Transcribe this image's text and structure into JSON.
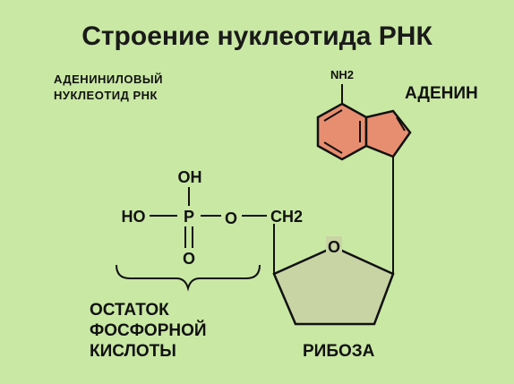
{
  "title": "Строение нуклеотида РНК",
  "caption": {
    "line1": "АДЕНИНИЛОВЫЙ",
    "line2": "НУКЛЕОТИД  РНК"
  },
  "adenine": {
    "amino_group": "NH2",
    "label": "АДЕНИН",
    "ring_color": "#e88e70"
  },
  "phosphate": {
    "oh_top": "OH",
    "ho_left": "HO",
    "p": "P",
    "o_bridge": "O",
    "o_bottom": "O",
    "label_line1": "ОСТАТОК",
    "label_line2": "ФОСФОРНОЙ",
    "label_line3": "КИСЛОТЫ"
  },
  "ribose": {
    "ch2": "CH2",
    "ring_o": "O",
    "label": "РИБОЗА",
    "ring_color": "#c9d4a4"
  },
  "colors": {
    "background": "#c9e8a4",
    "text": "#111111"
  }
}
